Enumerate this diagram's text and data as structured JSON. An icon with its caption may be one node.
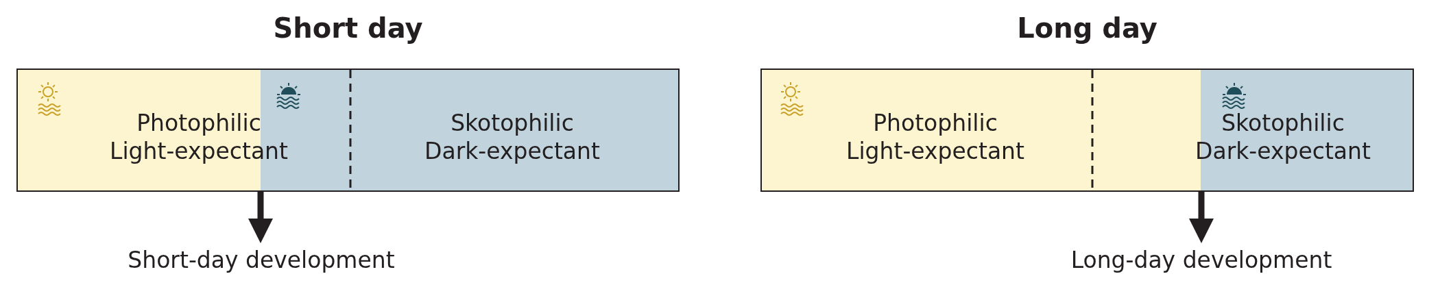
{
  "diagram": {
    "nodes": [
      {
        "text": [
          "Short day"
        ]
      },
      {
        "text": [
          "Photophilic Light-expectant"
        ],
        "in": 0
      },
      {
        "text": [
          "Skotophilic Dark-expectant"
        ],
        "in": 0
      },
      {
        "text": [
          "Short-day development"
        ]
      },
      {
        "text": [
          "Long day"
        ]
      },
      {
        "text": [
          "Photophilic Light-expectant"
        ],
        "in": 4
      },
      {
        "text": [
          "Skotophilic Dark-expectant"
        ],
        "in": 4
      },
      {
        "text": [
          "Long-day development"
        ]
      }
    ],
    "edges": [
      {
        "from": 0,
        "to": 3,
        "arrow": "to"
      },
      {
        "from": 4,
        "to": 7,
        "arrow": "to"
      }
    ]
  }
}
